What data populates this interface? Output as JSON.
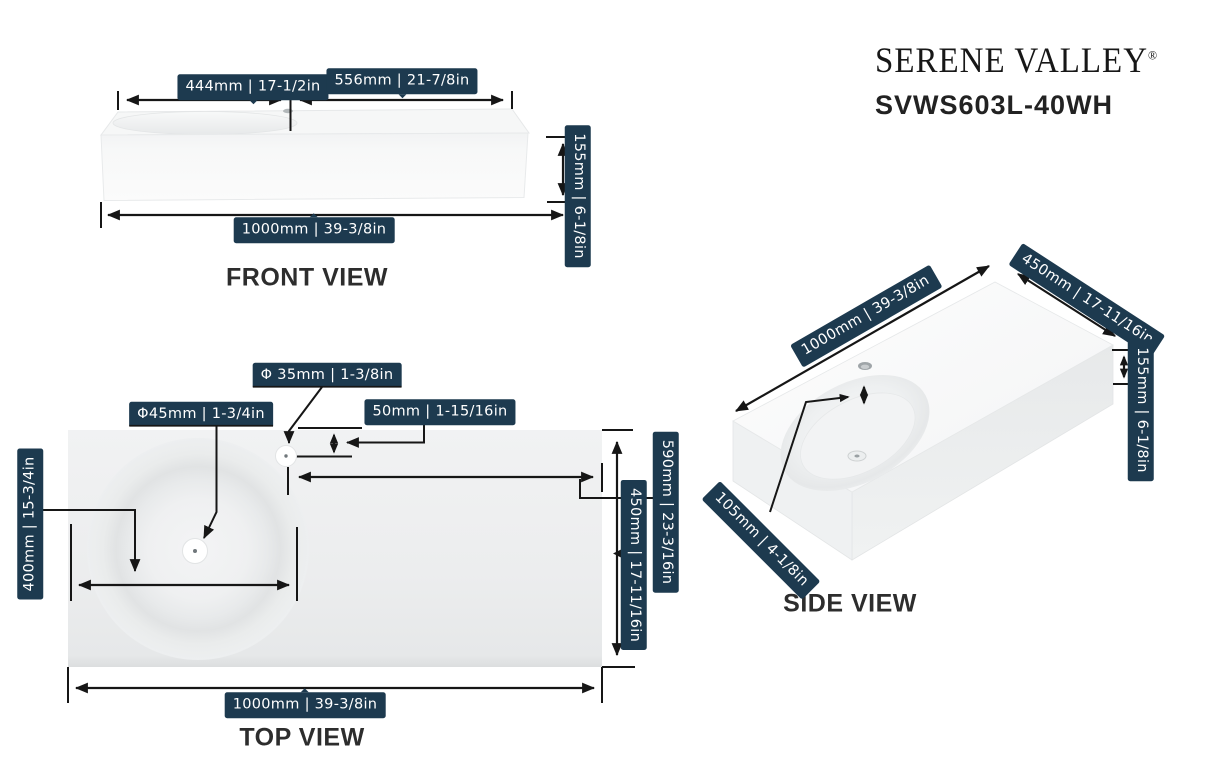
{
  "brand": {
    "name": "SERENE VALLEY",
    "registered": "®",
    "model": "SVWS603L-40WH"
  },
  "colors": {
    "badge_bg": "#1d3a4f",
    "badge_text": "#ffffff",
    "line": "#161616",
    "title_text": "#2d2d2d",
    "surface_gray": "#eef0f1",
    "background": "#ffffff"
  },
  "front_view": {
    "title": "FRONT VIEW",
    "dims": {
      "left_width": "444mm | 17-1/2in",
      "right_width": "556mm | 21-7/8in",
      "height": "155mm | 6-1/8in",
      "total_width": "1000mm | 39-3/8in"
    }
  },
  "top_view": {
    "title": "TOP VIEW",
    "dims": {
      "drain_diameter": "Φ45mm | 1-3/4in",
      "faucet_diameter": "Φ 35mm | 1-3/8in",
      "faucet_edge_offset": "50mm | 1-15/16in",
      "basin_center_offset": "400mm | 15-3/4in",
      "faucet_to_right_edge": "590mm | 23-3/16in",
      "depth": "450mm | 17-11/16in",
      "total_width": "1000mm | 39-3/8in"
    }
  },
  "side_view": {
    "title": "SIDE VIEW",
    "dims": {
      "length": "1000mm | 39-3/8in",
      "depth": "450mm | 17-11/16in",
      "height": "155mm | 6-1/8in",
      "faucet_deck_depth": "105mm | 4-1/8in"
    }
  }
}
